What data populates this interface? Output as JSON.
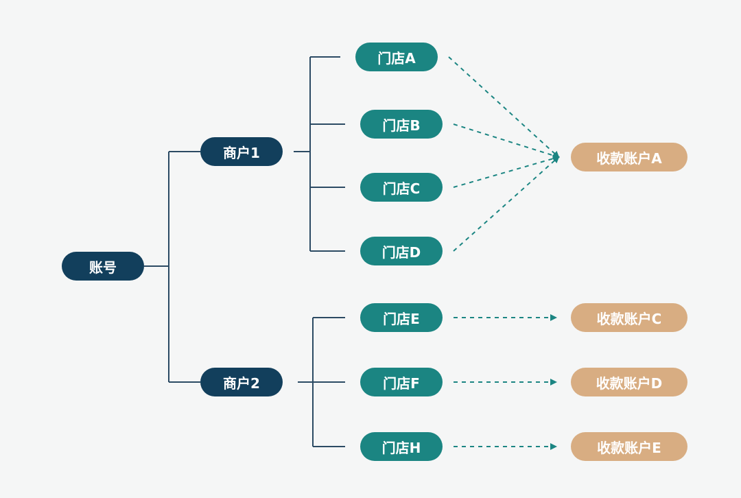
{
  "root": {
    "label": "账号"
  },
  "merchants": [
    {
      "label": "商户1"
    },
    {
      "label": "商户2"
    }
  ],
  "stores": [
    {
      "label": "门店A",
      "merchant": 0,
      "account": 0
    },
    {
      "label": "门店B",
      "merchant": 0,
      "account": 0
    },
    {
      "label": "门店C",
      "merchant": 0,
      "account": 0
    },
    {
      "label": "门店D",
      "merchant": 0,
      "account": 0
    },
    {
      "label": "门店E",
      "merchant": 1,
      "account": 1
    },
    {
      "label": "门店F",
      "merchant": 1,
      "account": 2
    },
    {
      "label": "门店H",
      "merchant": 1,
      "account": 3
    }
  ],
  "accounts": [
    {
      "label": "收款账户A"
    },
    {
      "label": "收款账户C"
    },
    {
      "label": "收款账户D"
    },
    {
      "label": "收款账户E"
    }
  ],
  "colors": {
    "navy": "#123f5c",
    "teal": "#1b8582",
    "sand": "#d8ad82",
    "connector": "#2b4a63",
    "dashed": "#1b8582"
  }
}
